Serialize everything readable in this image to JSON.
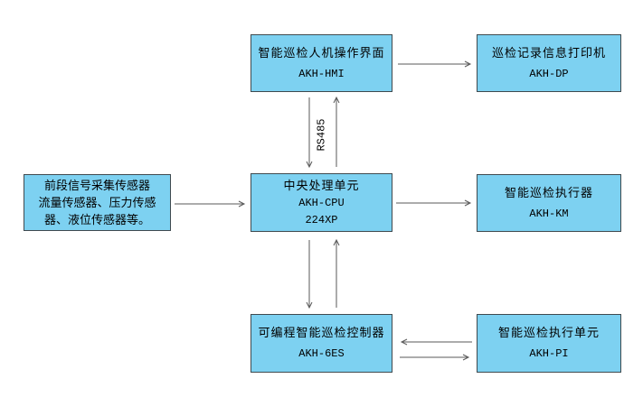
{
  "diagram": {
    "type": "block-diagram",
    "boxes": {
      "hmi": {
        "line1": "智能巡检人机操作界面",
        "line2": "AKH-HMI"
      },
      "dp": {
        "line1": "巡检记录信息打印机",
        "line2": "AKH-DP"
      },
      "sensor": {
        "line1": "前段信号采集传感器",
        "line2": "流量传感器、压力传感",
        "line3": "器、液位传感器等。"
      },
      "cpu": {
        "line1": "中央处理单元",
        "line2": "AKH-CPU",
        "line3": "224XP"
      },
      "km": {
        "line1": "智能巡检执行器",
        "line2": "AKH-KM"
      },
      "es6": {
        "line1": "可编程智能巡检控制器",
        "line2": "AKH-6ES"
      },
      "pi": {
        "line1": "智能巡检执行单元",
        "line2": "AKH-PI"
      }
    },
    "labels": {
      "rs485": "RS485"
    },
    "connections": [
      {
        "from": "hmi",
        "to": "dp",
        "type": "single-right"
      },
      {
        "from": "hmi",
        "to": "cpu",
        "type": "bidirectional-vertical",
        "label": "RS485"
      },
      {
        "from": "sensor",
        "to": "cpu",
        "type": "single-right"
      },
      {
        "from": "cpu",
        "to": "km",
        "type": "single-right"
      },
      {
        "from": "cpu",
        "to": "es6",
        "type": "bidirectional-vertical"
      },
      {
        "from": "es6",
        "to": "pi",
        "type": "bidirectional-horizontal"
      }
    ],
    "colors": {
      "box_fill": "#7dd1f1",
      "box_border": "#3f4a4f",
      "arrow": "#5a5a5a",
      "text": "#000000",
      "background": "#ffffff"
    }
  }
}
